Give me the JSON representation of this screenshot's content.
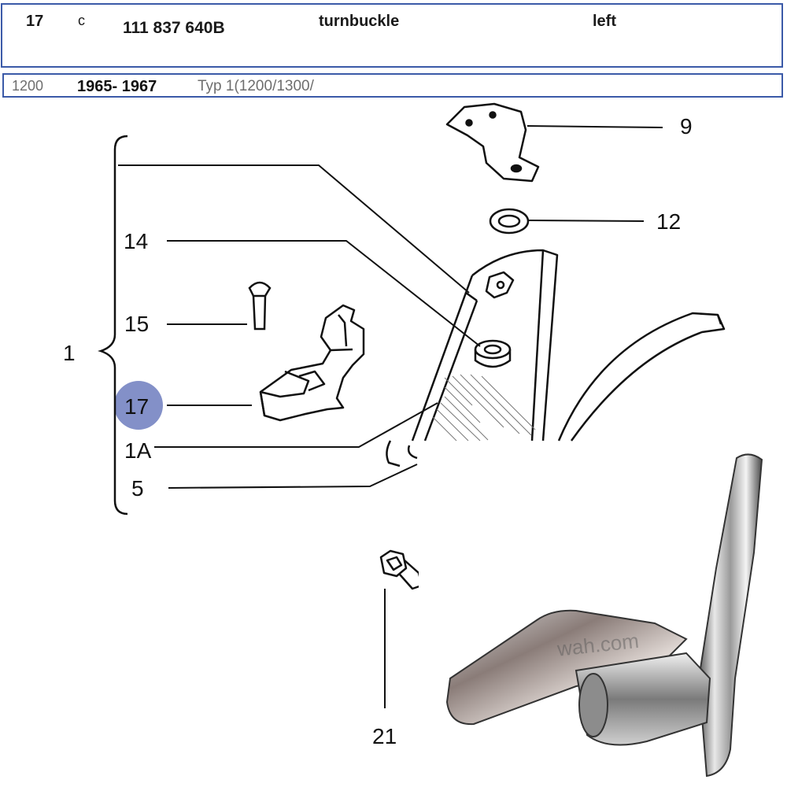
{
  "header": {
    "item_number": "17",
    "code": "c",
    "part_number": "111 837 640B",
    "description": "turnbuckle",
    "side": "left"
  },
  "model_row": {
    "model": "1200",
    "years": "1965- 1967",
    "type": "Typ 1(1200/1300/"
  },
  "diagram": {
    "callouts": {
      "c9": "9",
      "c12": "12",
      "c14": "14",
      "c15": "15",
      "c1": "1",
      "c17": "17",
      "c1A": "1A",
      "c5": "5",
      "c21": "21"
    },
    "highlight_color": "#8390c8"
  },
  "photo": {
    "watermark": "wah.com"
  }
}
